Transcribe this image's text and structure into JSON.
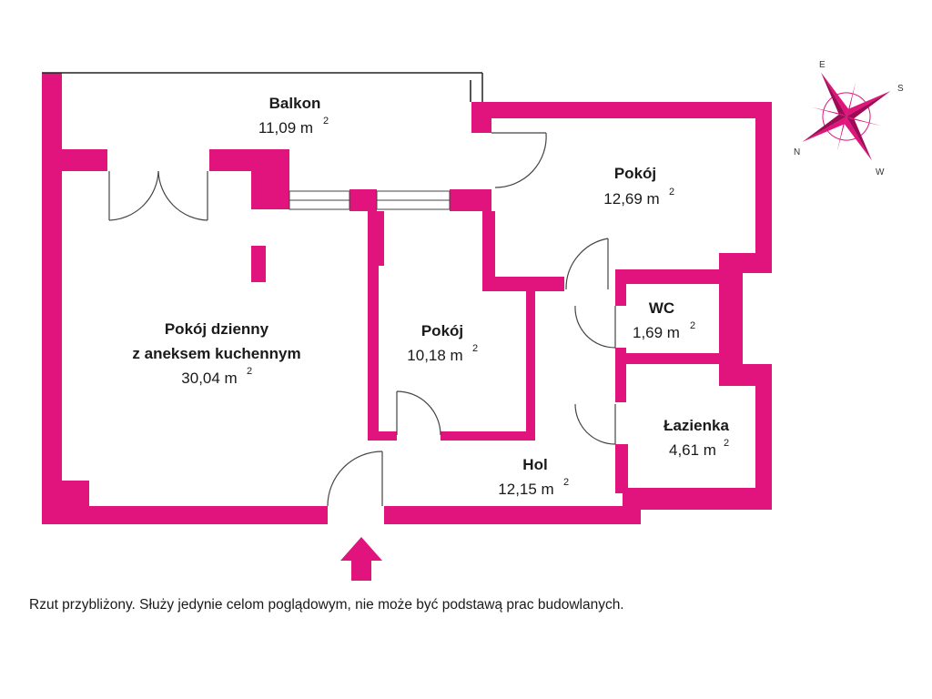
{
  "rooms": {
    "balkon": {
      "name": "Balkon",
      "area": "11,09 m",
      "unit_exp": "2"
    },
    "pokoj_dzienny": {
      "name_line1": "Pokój dzienny",
      "name_line2": "z aneksem kuchennym",
      "area": "30,04 m",
      "unit_exp": "2"
    },
    "pokoj_middle": {
      "name": "Pokój",
      "area": "10,18 m",
      "unit_exp": "2"
    },
    "pokoj_right": {
      "name": "Pokój",
      "area": "12,69 m",
      "unit_exp": "2"
    },
    "wc": {
      "name": "WC",
      "area": "1,69 m",
      "unit_exp": "2"
    },
    "lazienka": {
      "name": "Łazienka",
      "area": "4,61 m",
      "unit_exp": "2"
    },
    "hol": {
      "name": "Hol",
      "area": "12,15 m",
      "unit_exp": "2"
    }
  },
  "compass": {
    "n": "N",
    "e": "E",
    "s": "S",
    "w": "W"
  },
  "disclaimer": "Rzut przybliżony. Służy jedynie celom poglądowym, nie może być podstawą prac budowlanych.",
  "colors": {
    "wall": "#e0147c",
    "text": "#1a1a1a"
  }
}
